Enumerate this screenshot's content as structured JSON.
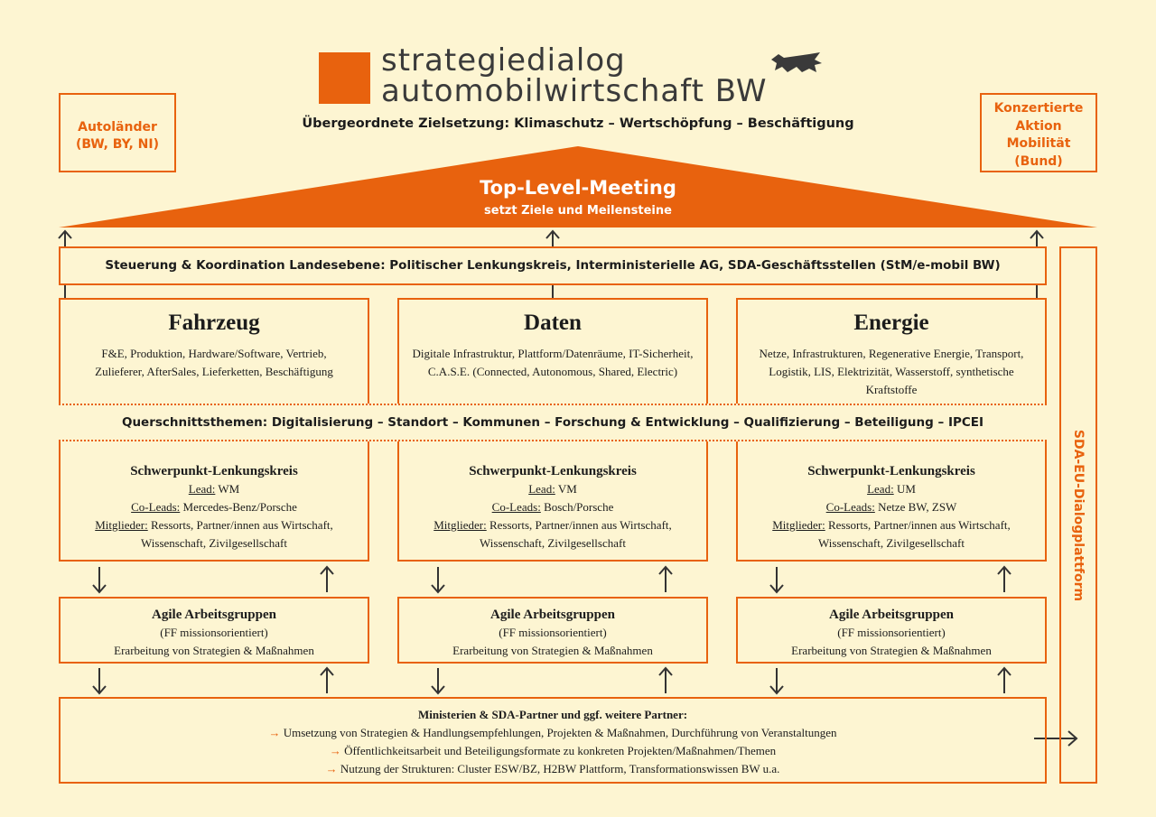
{
  "logo": {
    "line1": "strategiedialog",
    "line2": "automobilwirtschaft BW"
  },
  "subtitle": "Übergeordnete Zielsetzung: Klimaschutz – Wertschöpfung – Beschäftigung",
  "left_box": {
    "line1": "Autoländer",
    "line2": "(BW, BY, NI)"
  },
  "right_box": {
    "line1": "Konzertierte",
    "line2": "Aktion",
    "line3": "Mobilität",
    "line4": "(Bund)"
  },
  "roof": {
    "title": "Top-Level-Meeting",
    "subtitle": "setzt Ziele und Meilensteine"
  },
  "steering": "Steuerung & Koordination Landesebene: Politischer Lenkungskreis, Interministerielle AG, SDA-Geschäftsstellen (StM/e-mobil BW)",
  "eu_platform": "SDA-EU-Dialogplattform",
  "cross_topics": "Querschnittsthemen: Digitalisierung – Standort – Kommunen – Forschung & Entwicklung – Qualifizierung – Beteiligung – IPCEI",
  "columns": [
    {
      "title": "Fahrzeug",
      "desc1": "F&E, Produktion, Hardware/Software, Vertrieb,",
      "desc2": "Zulieferer, AfterSales, Lieferketten, Beschäftigung",
      "lk_title": "Schwerpunkt-Lenkungskreis",
      "lead_label": "Lead:",
      "lead": "WM",
      "colead_label": "Co-Leads:",
      "colead": "Mercedes-Benz/Porsche",
      "members_label": "Mitglieder:",
      "members1": "Ressorts, Partner/innen aus Wirtschaft,",
      "members2": "Wissenschaft, Zivilgesellschaft",
      "ag_title": "Agile Arbeitsgruppen",
      "ag_sub": "(FF missionsorientiert)",
      "ag_desc": "Erarbeitung von Strategien & Maßnahmen"
    },
    {
      "title": "Daten",
      "desc1": "Digitale Infrastruktur, Plattform/Datenräume, IT-Sicherheit,",
      "desc2": "C.A.S.E. (Connected, Autonomous, Shared, Electric)",
      "lk_title": "Schwerpunkt-Lenkungskreis",
      "lead_label": "Lead:",
      "lead": "VM",
      "colead_label": "Co-Leads:",
      "colead": "Bosch/Porsche",
      "members_label": "Mitglieder:",
      "members1": "Ressorts, Partner/innen aus Wirtschaft,",
      "members2": "Wissenschaft, Zivilgesellschaft",
      "ag_title": "Agile Arbeitsgruppen",
      "ag_sub": "(FF missionsorientiert)",
      "ag_desc": "Erarbeitung von Strategien & Maßnahmen"
    },
    {
      "title": "Energie",
      "desc1": "Netze, Infrastrukturen, Regenerative Energie, Transport,",
      "desc2": "Logistik, LIS, Elektrizität, Wasserstoff, synthetische Kraftstoffe",
      "lk_title": "Schwerpunkt-Lenkungskreis",
      "lead_label": "Lead:",
      "lead": "UM",
      "colead_label": "Co-Leads:",
      "colead": "Netze BW, ZSW",
      "members_label": "Mitglieder:",
      "members1": "Ressorts, Partner/innen aus Wirtschaft,",
      "members2": "Wissenschaft, Zivilgesellschaft",
      "ag_title": "Agile Arbeitsgruppen",
      "ag_sub": "(FF missionsorientiert)",
      "ag_desc": "Erarbeitung von Strategien & Maßnahmen"
    }
  ],
  "bottom": {
    "title": "Ministerien & SDA-Partner und ggf. weitere Partner:",
    "items": [
      "Umsetzung von Strategien & Handlungsempfehlungen, Projekten & Maßnahmen, Durchführung von Veranstaltungen",
      "Öffentlichkeitsarbeit und Beteiligungsformate zu konkreten Projekten/Maßnahmen/Themen",
      "Nutzung der Strukturen: Cluster ESW/BZ, H2BW Plattform, Transformationswissen BW u.a."
    ],
    "arrow": "→"
  },
  "colors": {
    "orange": "#e8620e",
    "background": "#fdf5d2"
  }
}
